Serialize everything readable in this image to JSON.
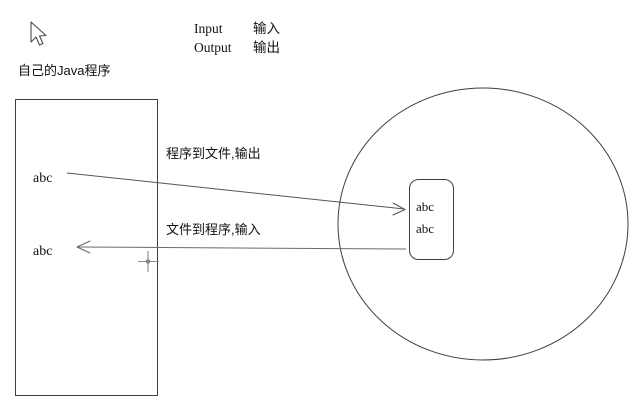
{
  "diagram": {
    "title": "Java program file IO diagram",
    "background_color": "#ffffff",
    "stroke_color": "#3a3a3a",
    "text_color": "#111111"
  },
  "legend": {
    "rows": [
      {
        "english": "Input",
        "chinese": "输入"
      },
      {
        "english": "Output",
        "chinese": "输出"
      }
    ]
  },
  "program_box": {
    "label": "自己的Java程序",
    "contents": [
      {
        "text": "abc"
      },
      {
        "text": "abc"
      }
    ]
  },
  "file_box": {
    "contents": [
      {
        "text": "abc"
      },
      {
        "text": "abc"
      }
    ]
  },
  "annotations": {
    "output_flow": "程序到文件,输出",
    "input_flow": "文件到程序,输入"
  },
  "cursors": {
    "pointer": "arrow-cursor",
    "crosshair": "crosshair-cursor"
  }
}
